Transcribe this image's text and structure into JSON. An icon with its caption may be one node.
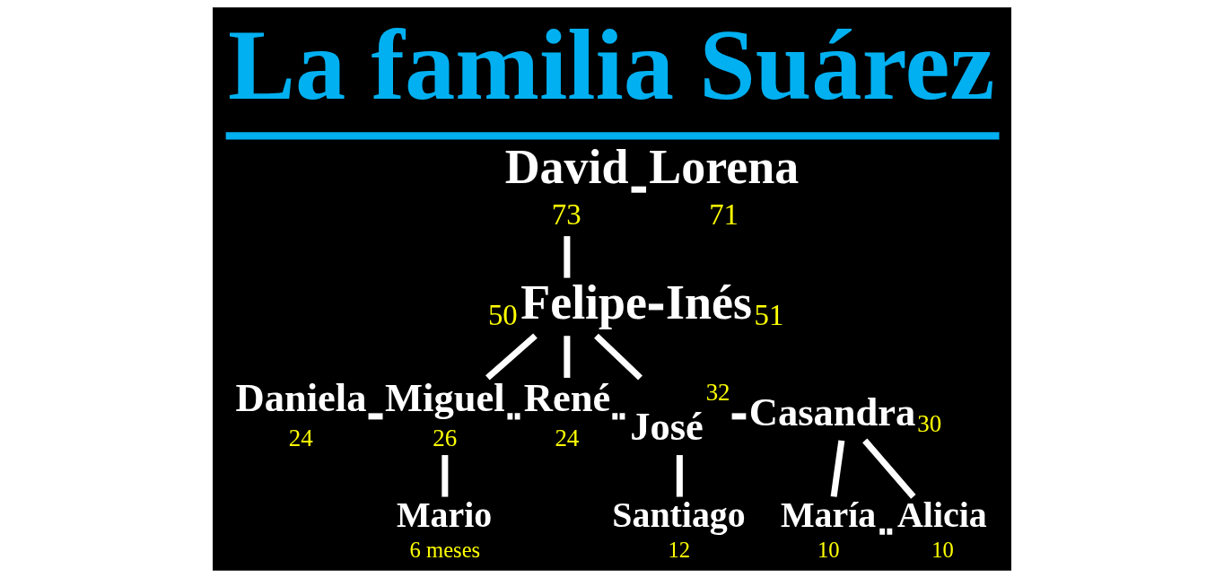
{
  "diagram": {
    "title": "La familia Suárez",
    "nodes": [
      {
        "text": [
          "David"
        ],
        "beside": [
          "73"
        ]
      },
      {
        "text": [
          "Lorena"
        ],
        "beside": [
          "71"
        ]
      },
      {
        "text": [
          "Felipe"
        ],
        "beside": [
          "50"
        ]
      },
      {
        "text": [
          "Inés"
        ],
        "beside": [
          "51"
        ]
      },
      {
        "text": [
          "Daniela"
        ],
        "beside": [
          "24"
        ]
      },
      {
        "text": [
          "Miguel"
        ],
        "beside": [
          "26"
        ]
      },
      {
        "text": [
          "René"
        ],
        "beside": [
          "24"
        ]
      },
      {
        "text": [
          "José"
        ],
        "beside": [
          "32"
        ]
      },
      {
        "text": [
          "Casandra"
        ],
        "beside": [
          "30"
        ]
      },
      {
        "text": [
          "Mario"
        ],
        "beside": [
          "6 meses"
        ]
      },
      {
        "text": [
          "Santiago"
        ],
        "beside": [
          "12"
        ]
      },
      {
        "text": [
          "María"
        ],
        "beside": [
          "10"
        ]
      },
      {
        "text": [
          "Alicia"
        ],
        "beside": [
          "10"
        ]
      }
    ],
    "edges": [
      {
        "from": 0,
        "to": 1,
        "arrow": "none"
      },
      {
        "from": 0,
        "to": 2,
        "arrow": "none"
      },
      {
        "from": 2,
        "to": 3,
        "arrow": "none"
      },
      {
        "from": 2,
        "to": 5,
        "arrow": "none"
      },
      {
        "from": 2,
        "to": 6,
        "arrow": "none"
      },
      {
        "from": 2,
        "to": 7,
        "arrow": "none"
      },
      {
        "from": 4,
        "to": 5,
        "arrow": "none"
      },
      {
        "from": 5,
        "to": 9,
        "arrow": "none"
      },
      {
        "from": 5,
        "to": 6,
        "arrow": "none",
        "style": "dashed"
      },
      {
        "from": 6,
        "to": 7,
        "arrow": "none",
        "style": "dashed"
      },
      {
        "from": 7,
        "to": 8,
        "arrow": "none"
      },
      {
        "from": 7,
        "to": 10,
        "arrow": "none"
      },
      {
        "from": 8,
        "to": 11,
        "arrow": "none"
      },
      {
        "from": 8,
        "to": 12,
        "arrow": "none"
      },
      {
        "from": 11,
        "to": 12,
        "arrow": "none",
        "style": "dashed"
      }
    ]
  }
}
